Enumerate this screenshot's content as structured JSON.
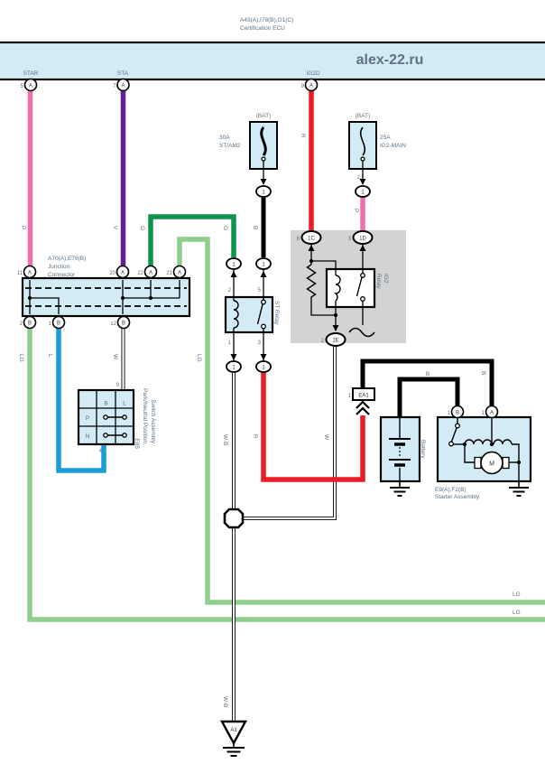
{
  "colors": {
    "pink": "#f16eae",
    "violet": "#65208f",
    "red": "#ec1c24",
    "green": "#0e9448",
    "light_green": "#8ecf8e",
    "blue": "#1a9cd7",
    "black": "#000000",
    "component_fill": "#d2ebf4",
    "relay_bg": "#d3d3d3",
    "band_fill": "#d2ebf4",
    "watermark": "#ee1111",
    "label": "#5d7183"
  },
  "header": {
    "ecu_ref": "A43(A),I78(B),O1(C)",
    "ecu_name": "Certification ECU",
    "watermark": "alex-22.ru",
    "pins": [
      {
        "num": "5",
        "t": "A",
        "label": "STAR"
      },
      {
        "num": "7",
        "t": "A",
        "label": "STA"
      },
      {
        "num": "9",
        "t": "A",
        "label": "IG2D"
      }
    ]
  },
  "fuses": {
    "st_am2": {
      "bat": "(BAT)",
      "amps": "30A",
      "name": "ST/AM2",
      "conn": "1"
    },
    "ig2_main": {
      "bat": "(BAT)",
      "amps": "25A",
      "name": "IG2-MAIN",
      "pin": "2",
      "conn": "1"
    }
  },
  "junction": {
    "ref": "A70(A),E76(B)",
    "name1": "Junction",
    "name2": "Connector",
    "pins_top": [
      {
        "num": "11",
        "t": "A"
      },
      {
        "num": "20",
        "t": "A"
      },
      {
        "num": "22",
        "t": "A"
      },
      {
        "num": "21",
        "t": "A"
      }
    ],
    "pins_bottom": [
      {
        "num": "2",
        "t": "B"
      },
      {
        "num": "1",
        "t": "B"
      },
      {
        "num": "12",
        "t": "B"
      }
    ]
  },
  "st_relay": {
    "name": "ST Relay",
    "pin_tl": "2",
    "pin_tr": "5",
    "pin_bl": "1",
    "pin_br": "3",
    "conn_tl": "1",
    "conn_tr": "1",
    "conn_bl": "1",
    "conn_br": "1"
  },
  "ig2_relay": {
    "name1": "IG2",
    "name2": "Relay",
    "pin_1c": "8",
    "conn_1c": "1C",
    "pin_1d": "3",
    "conn_1d": "1D",
    "pin_1e": "2",
    "conn_1e": "1E"
  },
  "pn_switch": {
    "ref": "E85",
    "name1": "Park/Neutral Position",
    "name2": "Switch Assembly",
    "col_b": "B",
    "col_l": "L",
    "row_p": "P",
    "row_n": "N",
    "pin_top": "9",
    "pin_bottom": "4"
  },
  "battery": {
    "name": "Battery"
  },
  "starter": {
    "ref": "E9(A),F2(B)",
    "name": "Starter Assembly",
    "pin_b_num": "1",
    "pin_b_t": "B",
    "pin_a_num": "1",
    "pin_a_t": "A",
    "motor": "M"
  },
  "ea1": {
    "pin": "1",
    "label": "EA1"
  },
  "ground_point": {
    "label": "A1"
  },
  "wire_labels": {
    "star": "P",
    "sta": "V",
    "ig2d": "R",
    "g_left": "G",
    "g_right": "G",
    "fuse_st": "B",
    "fuse_ig2": "P",
    "lg_left": "LG",
    "l_wire": "L",
    "w_junction": "W",
    "lg_right": "LG",
    "wb_upper": "W-B",
    "r_lower": "R",
    "w_relay": "W",
    "b_ea1": "B",
    "b_battery": "B",
    "lg_line1": "LG",
    "lg_line2": "LG",
    "wb_lower": "W-B"
  }
}
